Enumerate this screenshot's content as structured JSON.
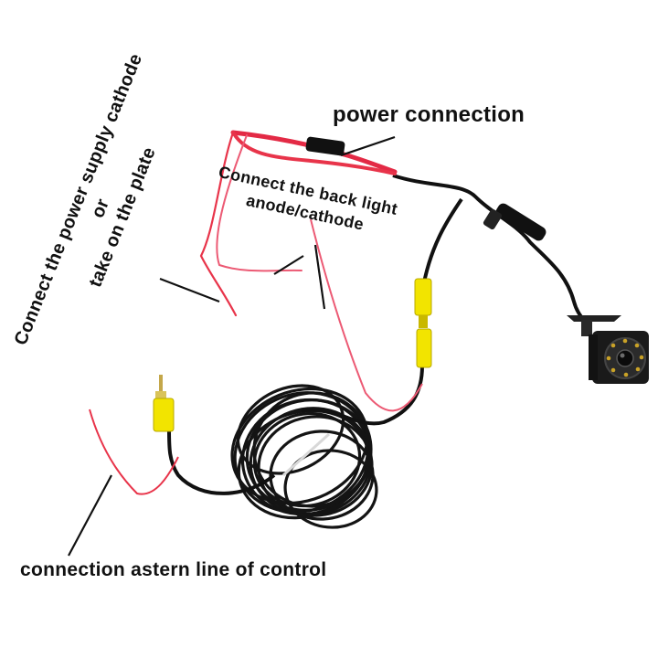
{
  "labels": {
    "power_connection": "power connection",
    "back_light_line1": "Connect the back light",
    "back_light_line2": "anode/cathode",
    "power_supply_line1": "Connect the power supply cathode",
    "power_supply_line2": "or",
    "power_supply_line3": "take on the plate",
    "astern_line": "connection astern line of control"
  },
  "colors": {
    "background": "#ffffff",
    "cable_black": "#111111",
    "wire_red": "#e8344a",
    "wire_pink": "#ec5a74",
    "rca_yellow": "#f2e400",
    "camera_body": "#1a1a1a",
    "led_ring": "#c9a227"
  }
}
